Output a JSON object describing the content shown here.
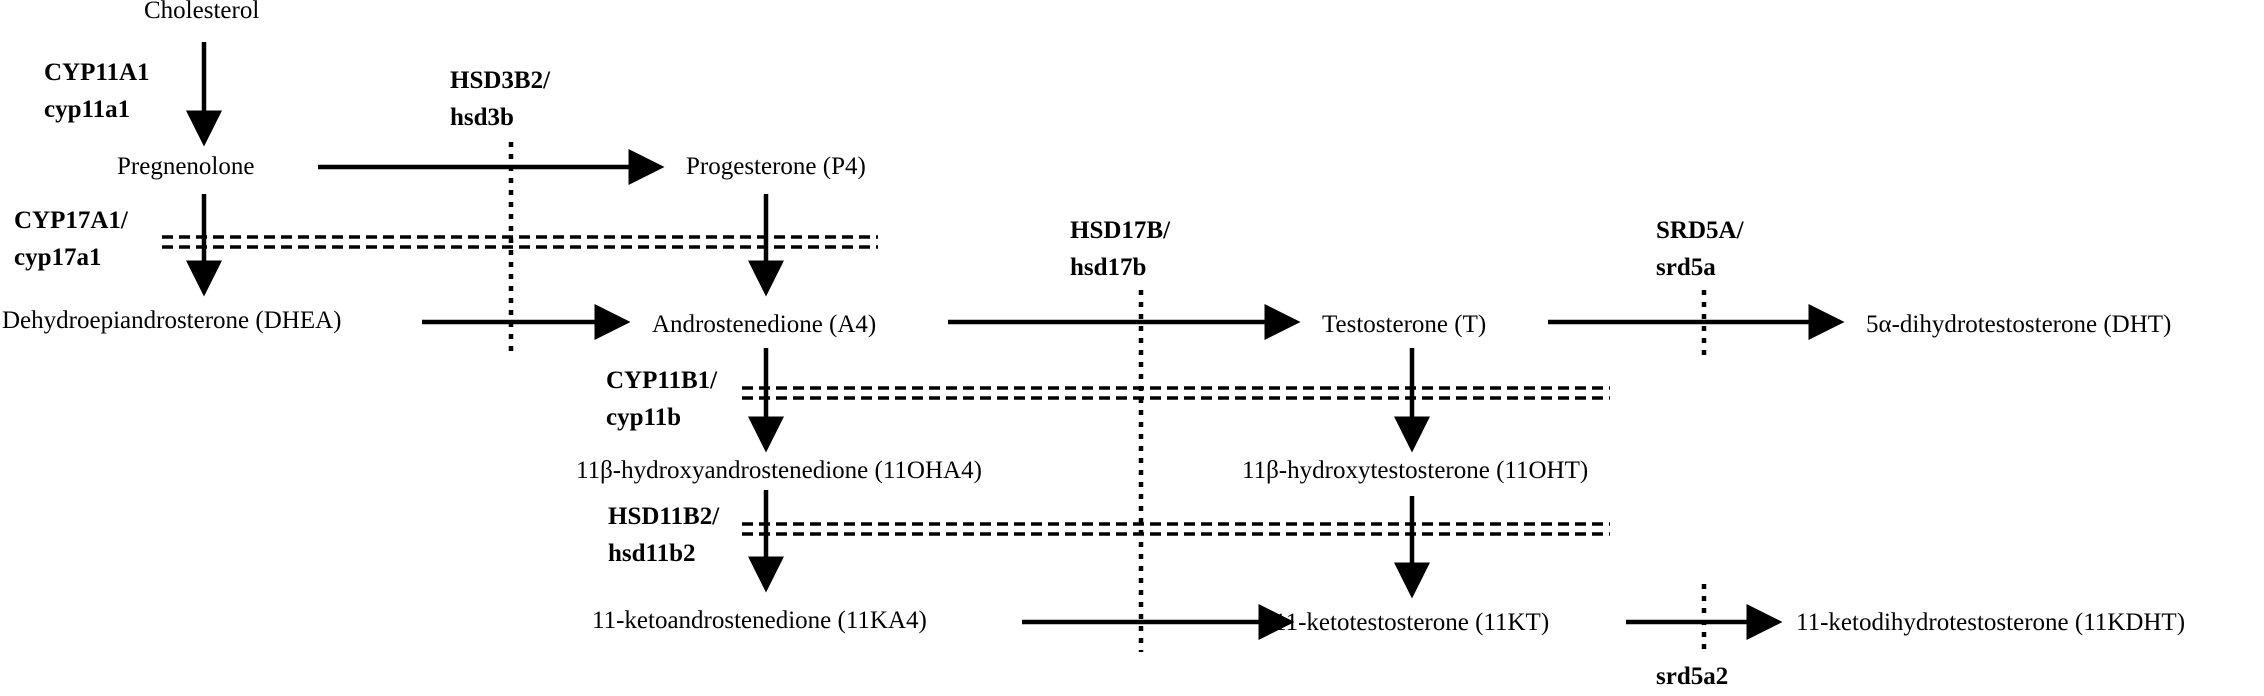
{
  "compounds": {
    "cholesterol": "Cholesterol",
    "pregnenolone": "Pregnenolone",
    "progesterone": "Progesterone (P4)",
    "dhea": "Dehydroepiandrosterone (DHEA)",
    "androstenedione": "Androstenedione (A4)",
    "testosterone": "Testosterone (T)",
    "dht": "5α-dihydrotestosterone (DHT)",
    "ohA4": "11β-hydroxyandrostenedione (11OHA4)",
    "ohT": "11β-hydroxytestosterone (11OHT)",
    "kA4": "11-ketoandrostenedione (11KA4)",
    "kT": "11-ketotestosterone (11KT)",
    "kDHT": "11-ketodihydrotestosterone (11KDHT)"
  },
  "enzymes": {
    "cyp11a1": "CYP11A1\ncyp11a1",
    "hsd3b2": "HSD3B2/\nhsd3b",
    "cyp17a1": "CYP17A1/\ncyp17a1",
    "hsd17b": "HSD17B/\nhsd17b",
    "srd5a": "SRD5A/\nsrd5a",
    "cyp11b1": "CYP11B1/\ncyp11b",
    "hsd11b2": "HSD11B2/\nhsd11b2",
    "srd5a2": "srd5a2"
  }
}
